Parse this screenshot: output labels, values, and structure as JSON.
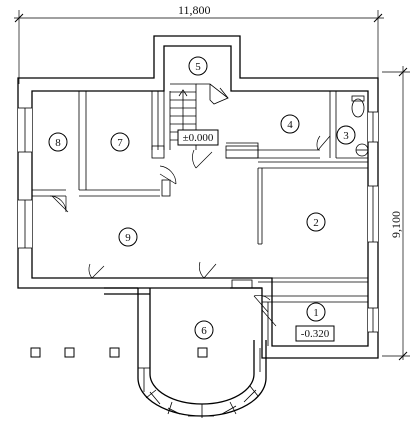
{
  "dimensions": {
    "width_label": "11,800",
    "depth_label": "9,100"
  },
  "rooms": [
    "1",
    "2",
    "3",
    "4",
    "5",
    "6",
    "7",
    "8",
    "9"
  ],
  "levels": {
    "main": "±0.000",
    "lower": "-0.320"
  }
}
